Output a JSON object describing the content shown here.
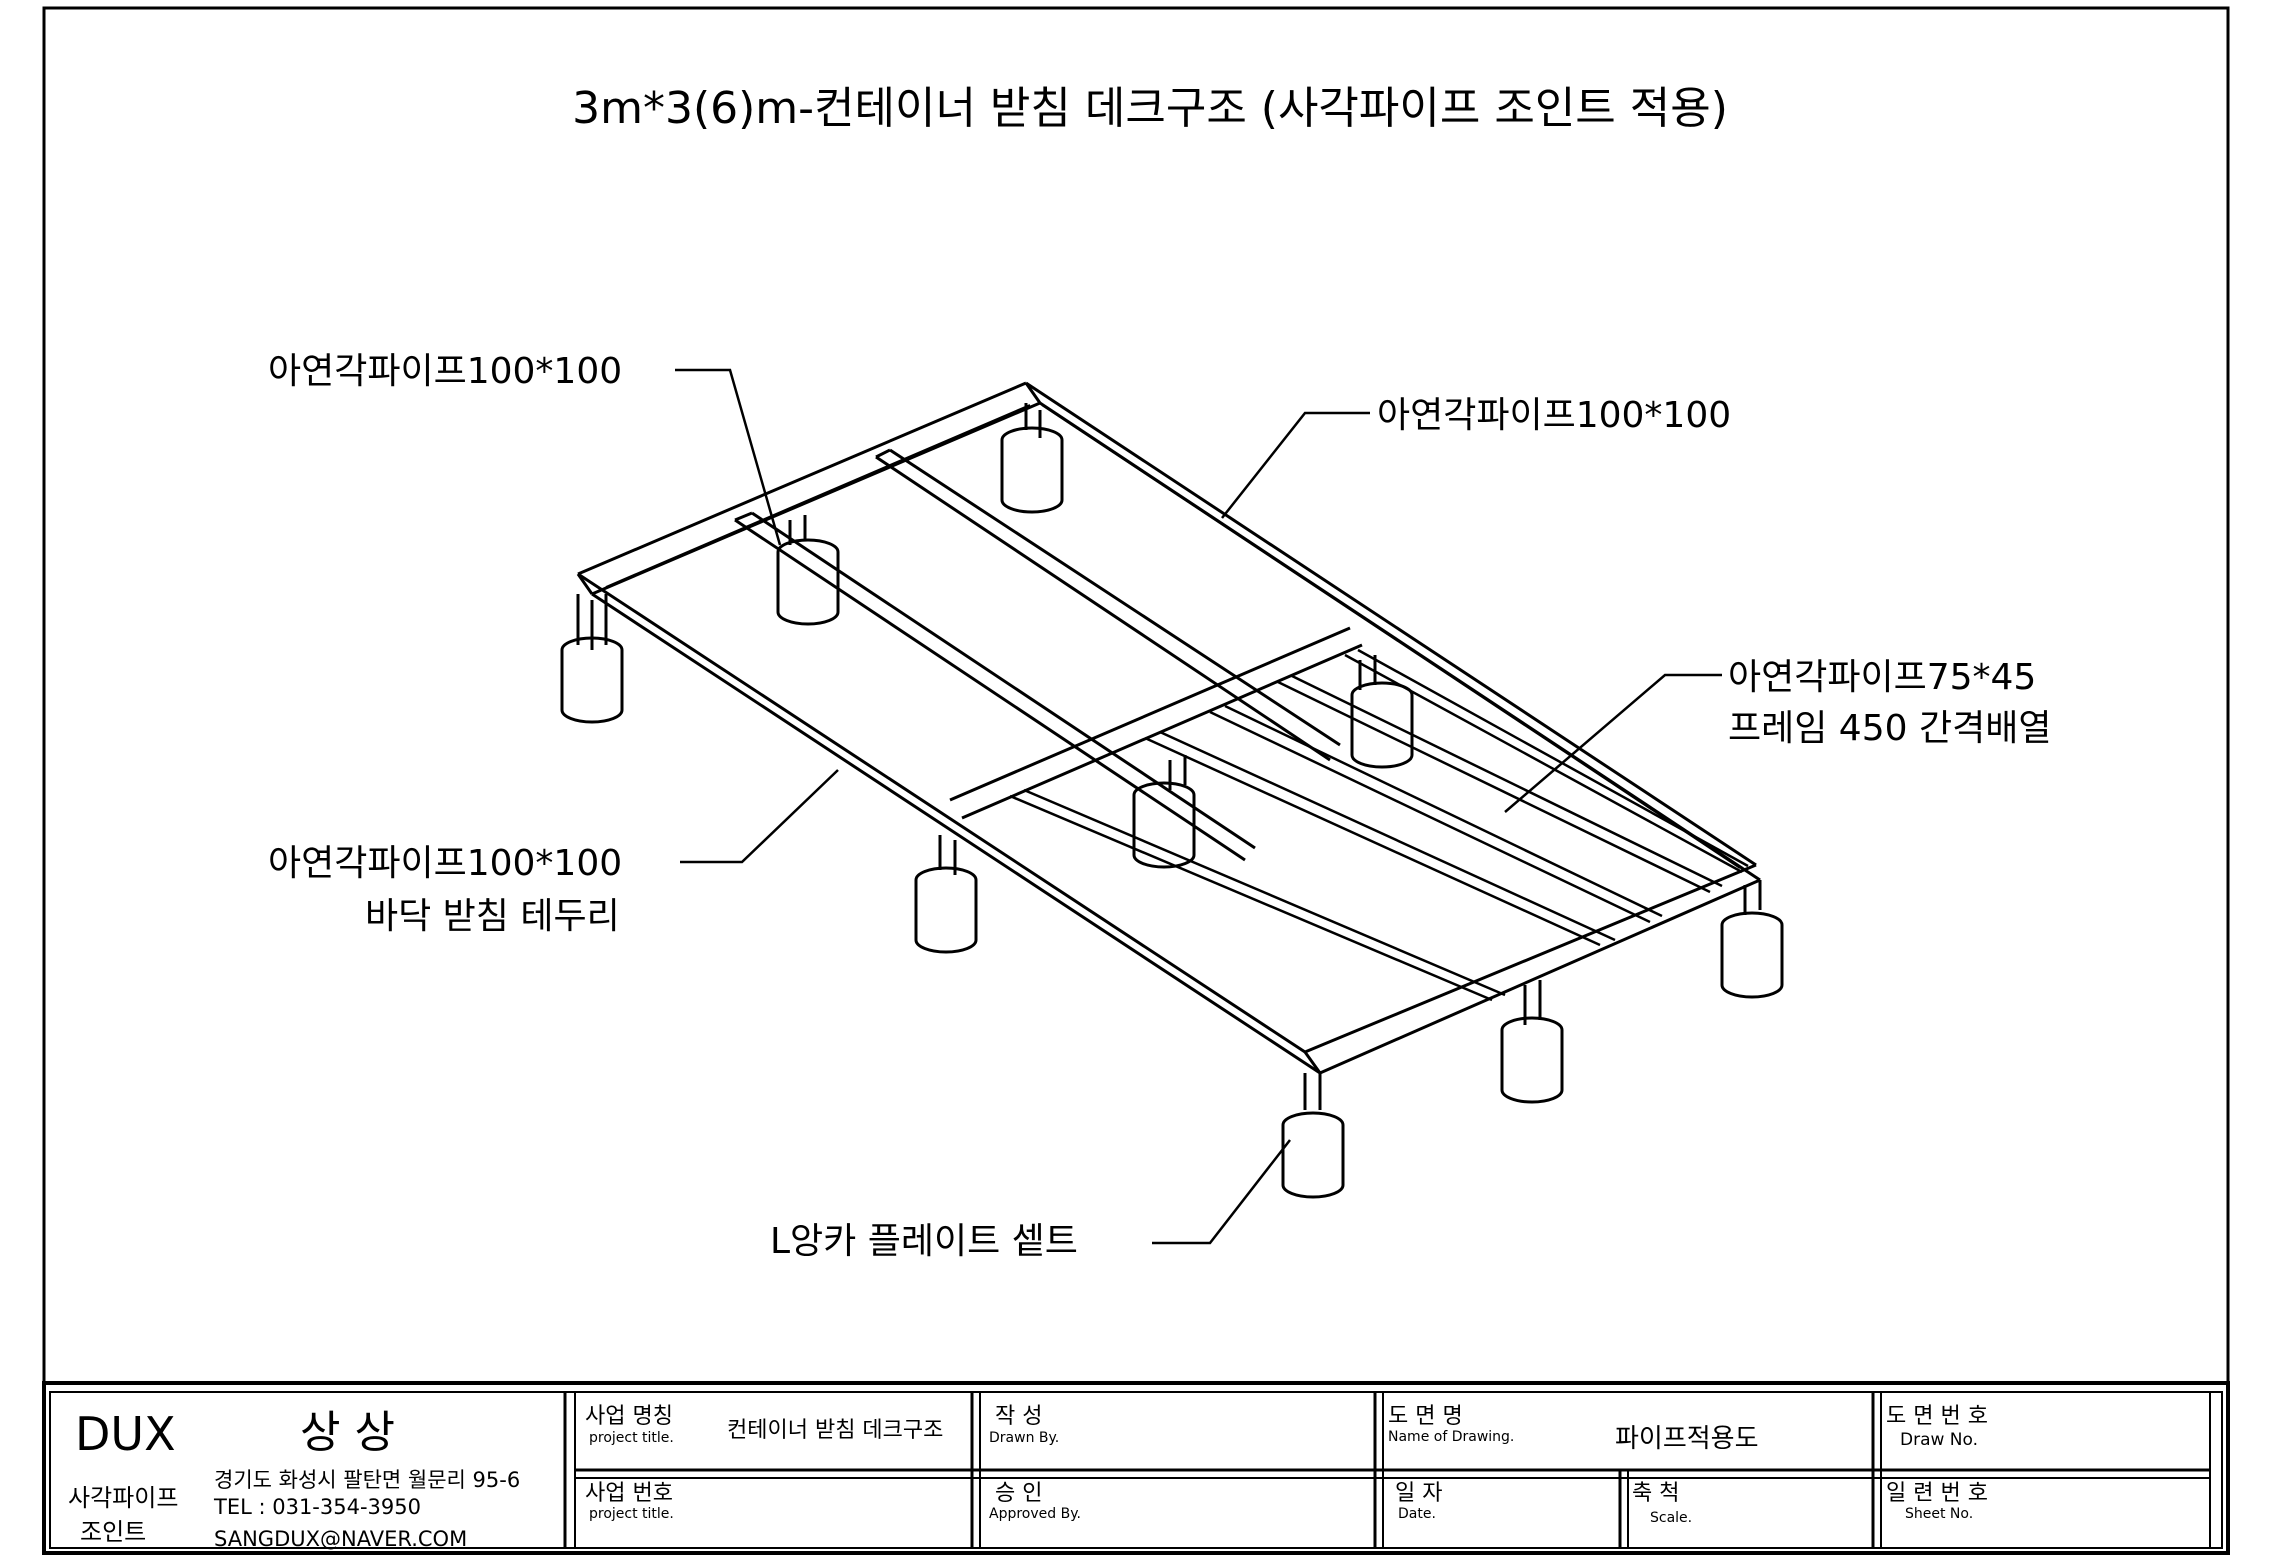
{
  "title": "3m*3(6)m-컨테이너 받침 데크구조 (사각파이프 조인트 적용)",
  "callouts": {
    "top_left": "아연각파이프100*100",
    "top_right": "아연각파이프100*100",
    "right_line1": "아연각파이프75*45",
    "right_line2": "프레임 450 간격배열",
    "left_line1": "아연각파이프100*100",
    "left_line2": "바닥 받침 테두리",
    "bottom": "L앙카 플레이트 셑트"
  },
  "title_block": {
    "company": {
      "brand": "DUX",
      "name": "상 상",
      "product_line1": "사각파이프",
      "product_line2": "조인트",
      "address": "경기도 화성시 팔탄면 월문리 95-6",
      "tel": "TEL : 031-354-3950",
      "email": "SANGDUX@NAVER.COM"
    },
    "project_name": {
      "label": "사업 명칭",
      "sublabel": "project title.",
      "value": "컨테이너 받침 데크구조"
    },
    "project_no": {
      "label": "사업 번호",
      "sublabel": "project title.",
      "value": ""
    },
    "drawn_by": {
      "label": "작  성",
      "sublabel": "Drawn By.",
      "value": ""
    },
    "approved_by": {
      "label": "승  인",
      "sublabel": "Approved By.",
      "value": ""
    },
    "drawing_name": {
      "label": "도  면  명",
      "sublabel": "Name of Drawing.",
      "value": "파이프적용도"
    },
    "date": {
      "label": "일  자",
      "sublabel": "Date.",
      "value": ""
    },
    "scale": {
      "label": "축  척",
      "sublabel": "Scale.",
      "value": ""
    },
    "drawing_no": {
      "label": "도 면 번 호",
      "sublabel": "Draw No.",
      "value": ""
    },
    "sheet_no": {
      "label": "일 련 번 호",
      "sublabel": "Sheet No.",
      "value": ""
    }
  }
}
